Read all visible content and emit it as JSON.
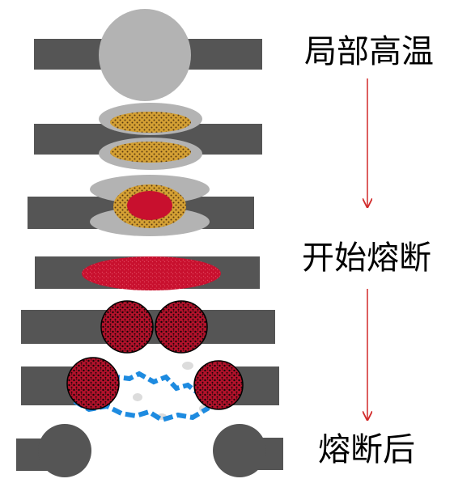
{
  "labels": {
    "local_high_temp": "局部高温",
    "start_melting": "开始熔断",
    "after_melting": "熔断后"
  },
  "colors": {
    "bar": "#555555",
    "blob": "#b3b3b3",
    "metal": "#d4a034",
    "molten": "#c8102e",
    "droplet": "#b3122b",
    "arc": "#1e8be0",
    "arrow": "#d22a2a",
    "spark": "#dcdcdc"
  },
  "stages": [
    "conductor-with-hot-spot",
    "metal-heating",
    "molten-core-forming",
    "molten-pool",
    "molten-droplets",
    "arc-between-droplets",
    "conductor-separated"
  ]
}
